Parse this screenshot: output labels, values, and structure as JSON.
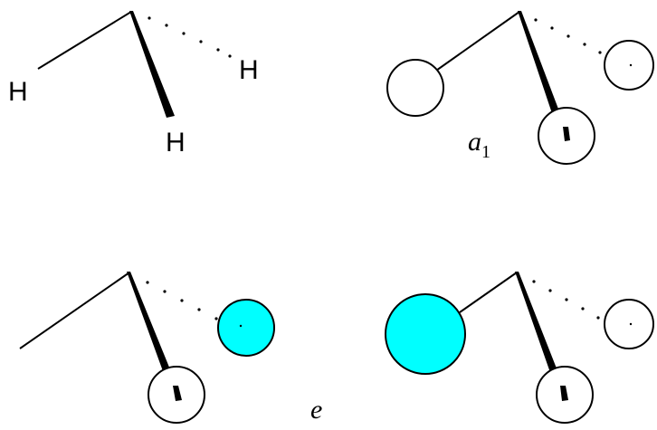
{
  "panels": {
    "molecule": {
      "h_left": "H",
      "h_right": "H",
      "h_bottom": "H"
    },
    "a1": {
      "symbol": "a",
      "subscript": "1"
    },
    "e": {
      "symbol": "e"
    }
  },
  "colors": {
    "filled_orbital": "#00ffff",
    "empty_orbital": "#ffffff",
    "outline": "#000000"
  }
}
